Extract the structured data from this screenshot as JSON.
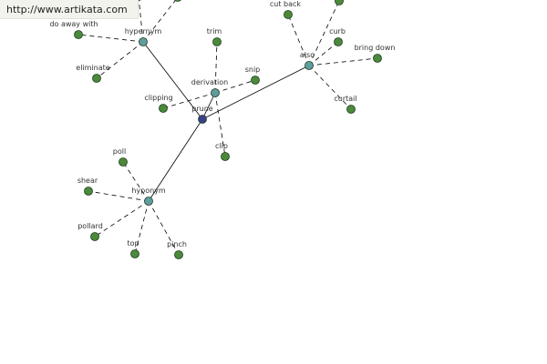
{
  "watermark": "http://www.artikata.com",
  "colors": {
    "background": "#ffffff",
    "hub": "#5f9ea0",
    "root": "#3a3f8a",
    "leaf": "#4a8a3a",
    "node_stroke": "#1f3a1f",
    "edge": "#000000"
  },
  "graph": {
    "root": {
      "id": "prune",
      "label": "prune"
    },
    "hubs": [
      {
        "id": "hypernym",
        "label": "hypernym"
      },
      {
        "id": "derivation",
        "label": "derivation"
      },
      {
        "id": "also",
        "label": "also"
      },
      {
        "id": "hyponym",
        "label": "hyponym"
      }
    ],
    "leaves": [
      {
        "id": "hypernym-up-1",
        "label": "",
        "hub": "hypernym"
      },
      {
        "id": "hypernym-up-2",
        "label": "",
        "hub": "hypernym"
      },
      {
        "id": "do-away-with",
        "label": "do away with",
        "hub": "hypernym"
      },
      {
        "id": "eliminate",
        "label": "eliminate",
        "hub": "hypernym"
      },
      {
        "id": "trim",
        "label": "trim",
        "hub": "derivation"
      },
      {
        "id": "snip",
        "label": "snip",
        "hub": "derivation"
      },
      {
        "id": "clipping",
        "label": "clipping",
        "hub": "derivation"
      },
      {
        "id": "clip",
        "label": "clip",
        "hub": "derivation"
      },
      {
        "id": "cut-back",
        "label": "cut back",
        "hub": "also"
      },
      {
        "id": "also-up",
        "label": "",
        "hub": "also"
      },
      {
        "id": "curb",
        "label": "curb",
        "hub": "also"
      },
      {
        "id": "bring-down",
        "label": "bring down",
        "hub": "also"
      },
      {
        "id": "curtail",
        "label": "curtail",
        "hub": "also"
      },
      {
        "id": "poll",
        "label": "poll",
        "hub": "hyponym"
      },
      {
        "id": "shear",
        "label": "shear",
        "hub": "hyponym"
      },
      {
        "id": "pollard",
        "label": "pollard",
        "hub": "hyponym"
      },
      {
        "id": "top",
        "label": "top",
        "hub": "hyponym"
      },
      {
        "id": "pinch",
        "label": "pinch",
        "hub": "hyponym"
      }
    ]
  }
}
